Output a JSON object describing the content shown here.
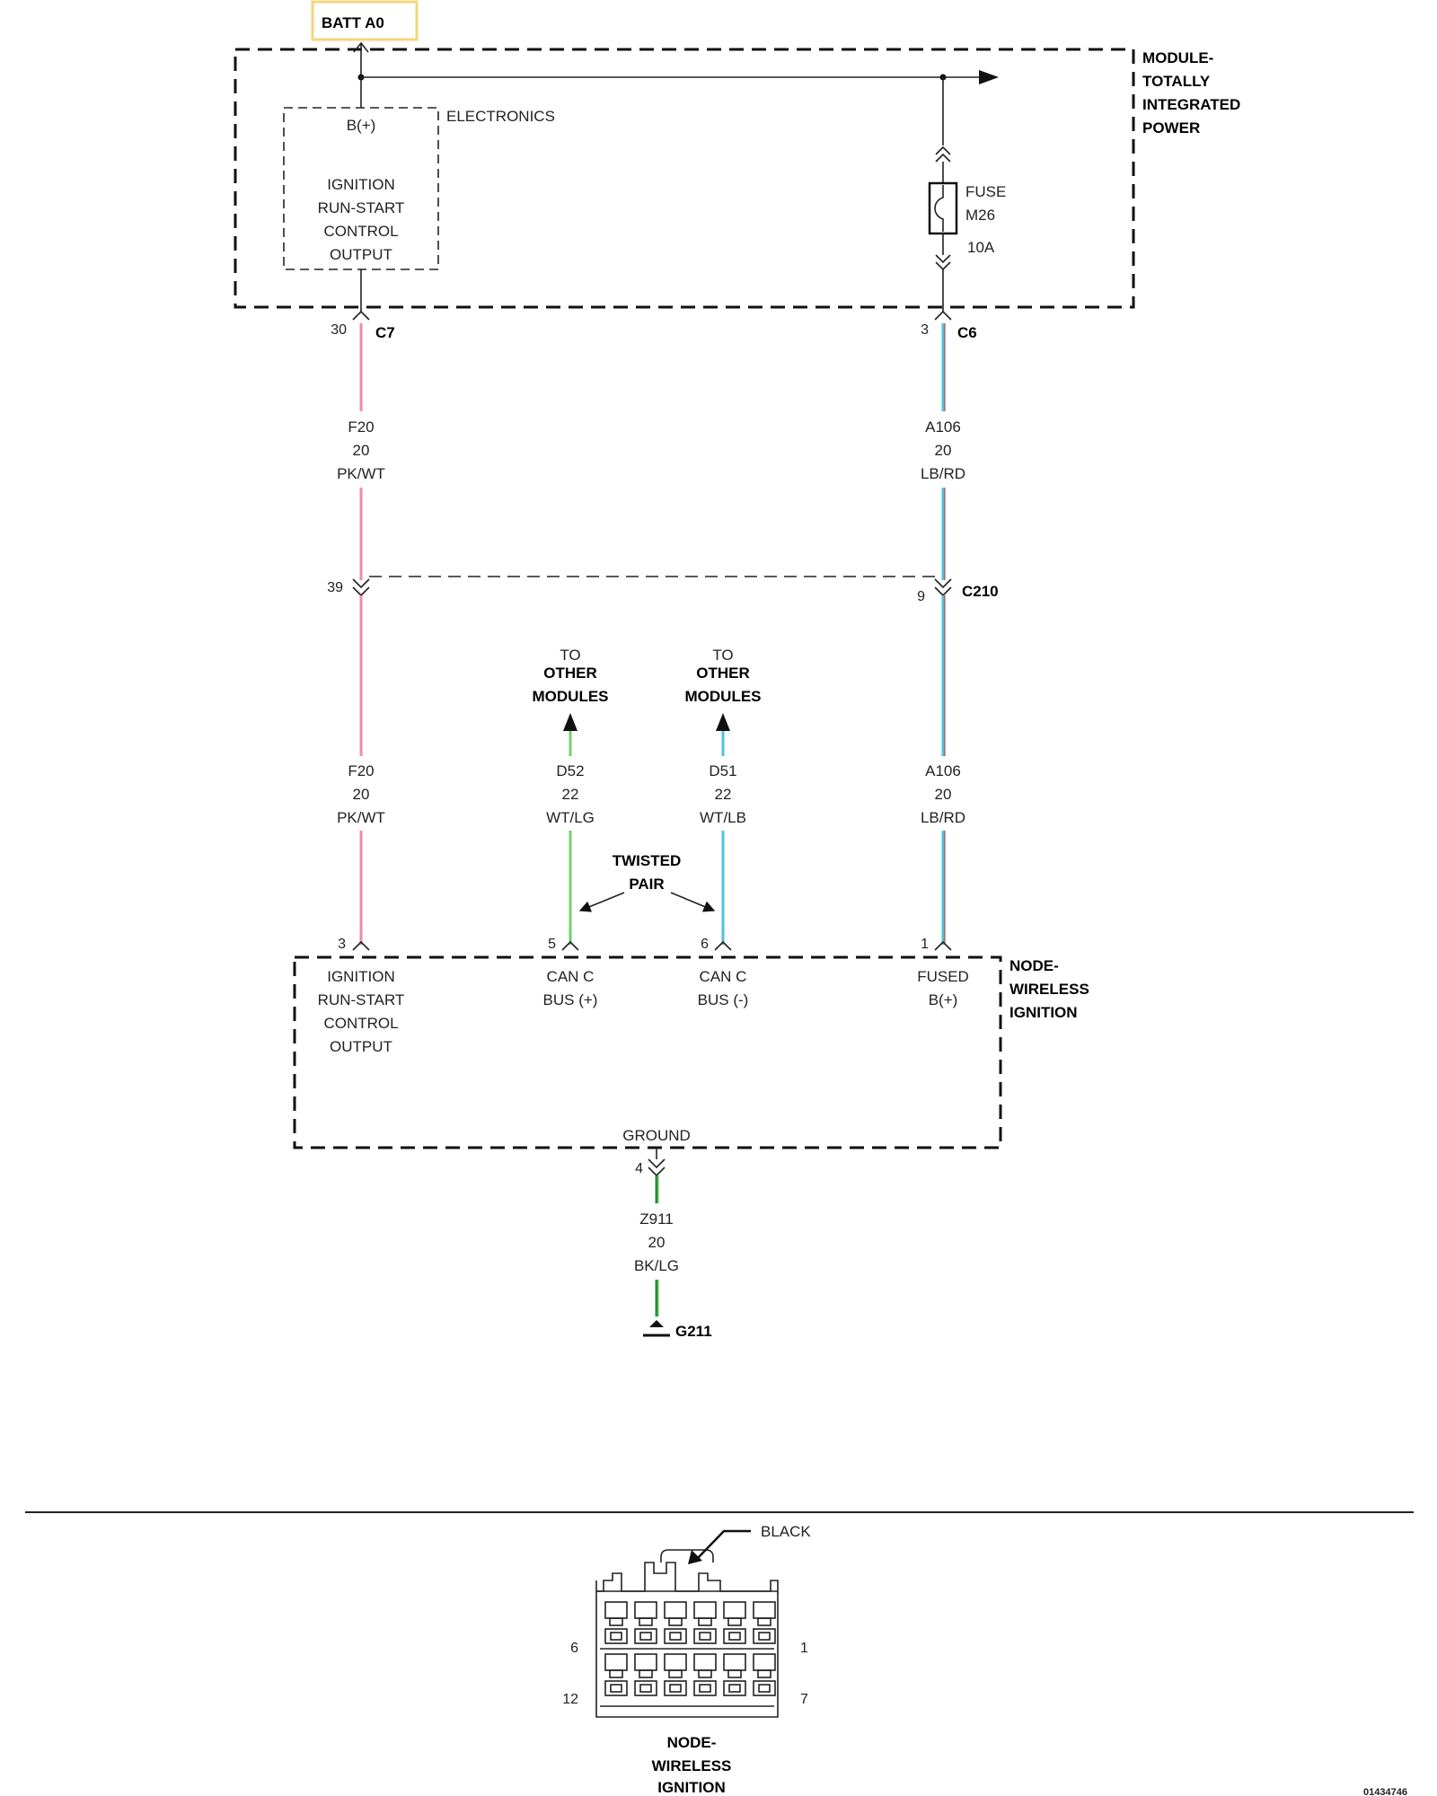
{
  "colors": {
    "pink_wire": "#f08aab",
    "lb_wire": "#4fc3d6",
    "lg_wire": "#6ed36a",
    "dark_green_wire": "#2e8a3c",
    "red_stripe": "#b0343a",
    "highlight_border": "#f5d67a"
  },
  "header": {
    "batt_label": "BATT A0"
  },
  "module_tip": {
    "name_lines": [
      "MODULE-",
      "TOTALLY",
      "INTEGRATED",
      "POWER"
    ],
    "electronics_label": "ELECTRONICS",
    "bplus_label": "B(+)",
    "ignition_lines": [
      "IGNITION",
      "RUN-START",
      "CONTROL",
      "OUTPUT"
    ],
    "fuse_lines": [
      "FUSE",
      "M26",
      "10A"
    ]
  },
  "connectors": {
    "c7": {
      "name": "C7",
      "pin": "30"
    },
    "c6": {
      "name": "C6",
      "pin": "3"
    },
    "c210": {
      "name": "C210",
      "pin_left": "39",
      "pin_right": "9"
    }
  },
  "wires": {
    "f20_upper": [
      "F20",
      "20",
      "PK/WT"
    ],
    "a106_upper": [
      "A106",
      "20",
      "LB/RD"
    ],
    "f20_lower": [
      "F20",
      "20",
      "PK/WT"
    ],
    "d52": [
      "D52",
      "22",
      "WT/LG"
    ],
    "d51": [
      "D51",
      "22",
      "WT/LB"
    ],
    "a106_lower": [
      "A106",
      "20",
      "LB/RD"
    ],
    "z911": [
      "Z911",
      "20",
      "BK/LG"
    ]
  },
  "to_other_modules": {
    "left": [
      "TO",
      "OTHER",
      "MODULES"
    ],
    "right": [
      "TO",
      "OTHER",
      "MODULES"
    ]
  },
  "twisted_pair": [
    "TWISTED",
    "PAIR"
  ],
  "node": {
    "name_lines": [
      "NODE-",
      "WIRELESS",
      "IGNITION"
    ],
    "pins": {
      "p3": "3",
      "p5": "5",
      "p6": "6",
      "p1": "1",
      "p4": "4"
    },
    "ignition_lines": [
      "IGNITION",
      "RUN-START",
      "CONTROL",
      "OUTPUT"
    ],
    "can_plus": [
      "CAN C",
      "BUS (+)"
    ],
    "can_minus": [
      "CAN C",
      "BUS (-)"
    ],
    "fused": [
      "FUSED",
      "B(+)"
    ],
    "ground_label": "GROUND"
  },
  "ground": {
    "name": "G211"
  },
  "connector_view": {
    "color_label": "BLACK",
    "pin_labels": {
      "top_left": "6",
      "top_right": "1",
      "bottom_left": "12",
      "bottom_right": "7"
    },
    "name_lines": [
      "NODE-",
      "WIRELESS",
      "IGNITION"
    ]
  },
  "figure_id": "01434746"
}
